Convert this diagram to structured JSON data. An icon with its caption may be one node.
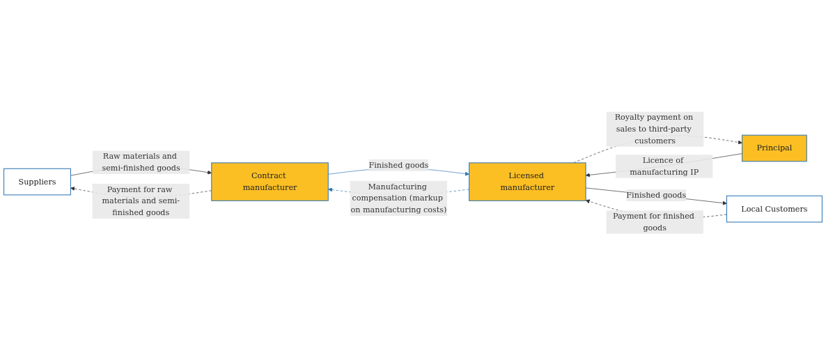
{
  "diagram": {
    "nodes": [
      {
        "text": [
          "Suppliers"
        ]
      },
      {
        "text": [
          "Contract manufacturer"
        ]
      },
      {
        "text": [
          "Licensed manufacturer"
        ]
      },
      {
        "text": [
          "Principal"
        ]
      },
      {
        "text": [
          "Local Customers"
        ]
      }
    ],
    "edges": [
      {
        "from": 0,
        "to": 1,
        "arrow": "to",
        "label": "Raw materials and semi-finished goods"
      },
      {
        "from": 1,
        "to": 0,
        "arrow": "to",
        "label": "Payment for raw materials and semi-finished goods",
        "style": "dashed"
      },
      {
        "from": 1,
        "to": 2,
        "arrow": "to",
        "label": "Finished goods",
        "color": "#2e75b6"
      },
      {
        "from": 2,
        "to": 1,
        "arrow": "to",
        "label": "Manufacturing compensation (markup on manufacturing costs)",
        "style": "dashed",
        "color": "#2e75b6"
      },
      {
        "from": 3,
        "to": 2,
        "arrow": "to",
        "label": "Licence of manufacturing IP"
      },
      {
        "from": 2,
        "to": 3,
        "arrow": "to",
        "label": "Royalty payment on sales to third-party customers",
        "style": "dashed"
      },
      {
        "from": 2,
        "to": 4,
        "arrow": "to",
        "label": "Finished goods"
      },
      {
        "from": 4,
        "to": 2,
        "arrow": "to",
        "label": "Payment for finished goods",
        "style": "dashed"
      }
    ]
  }
}
